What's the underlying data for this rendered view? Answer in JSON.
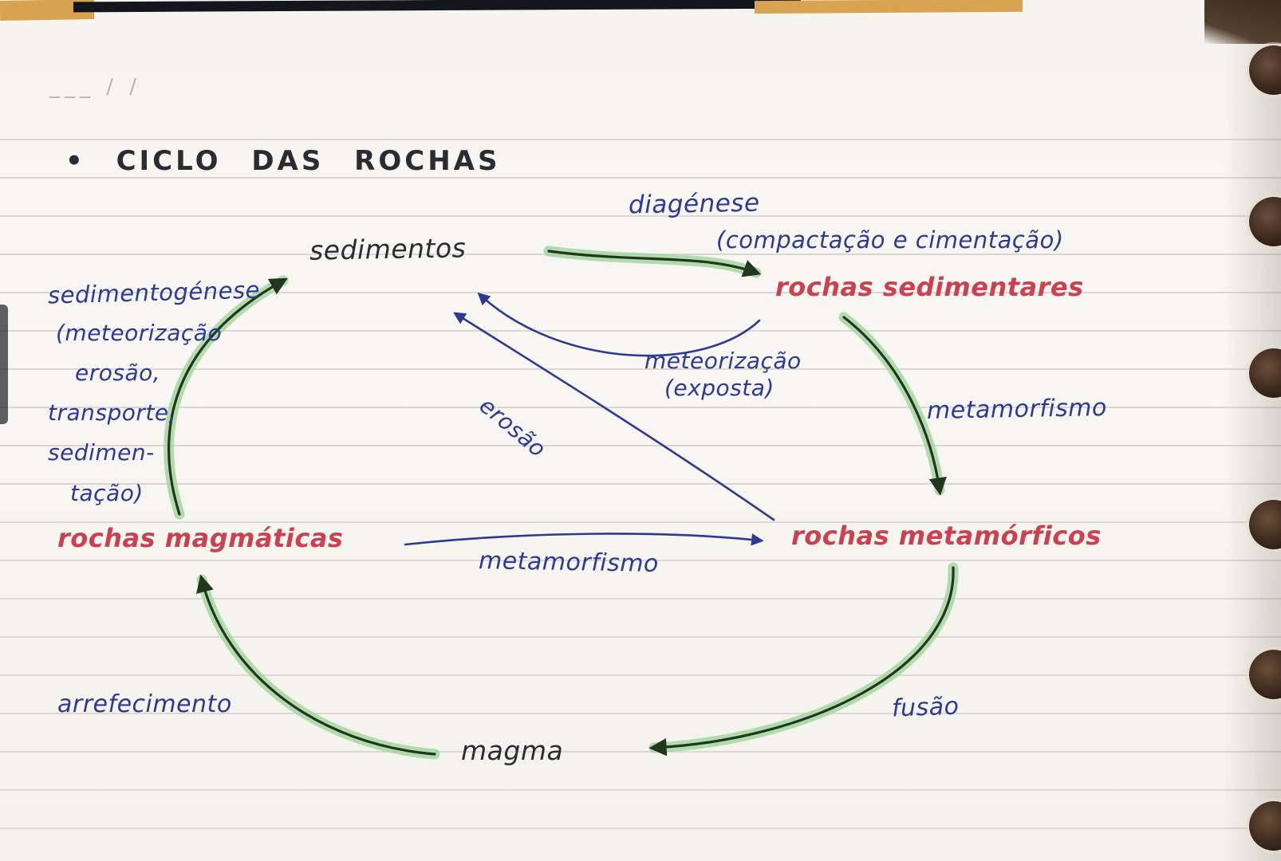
{
  "page": {
    "title": "• CICLO  DAS  ROCHAS",
    "date_line": "___ /  /"
  },
  "nodes": {
    "sedimentos": "sedimentos",
    "rochas_sedimentares": "rochas sedimentares",
    "rochas_magmaticas": "rochas magmáticas",
    "rochas_metamorficas": "rochas metamórficos",
    "magma": "magma"
  },
  "processes": {
    "diagenese": "diagénese",
    "diagenese_detail": "(compactação e cimentação)",
    "sedimentogenese": "sedimentogénese",
    "sedimentogenese_detail_1": "(meteorização",
    "sedimentogenese_detail_2": "erosão,",
    "sedimentogenese_detail_3": "transporte,",
    "sedimentogenese_detail_4": "sedimen-",
    "sedimentogenese_detail_5": "tação)",
    "meteorizacao": "meteorização",
    "meteorizacao_detail": "(exposta)",
    "erosao": "erosão",
    "metamorfismo_right": "metamorfismo",
    "metamorfismo_bottom": "metamorfismo",
    "arrefecimento": "arrefecimento",
    "fusao": "fusão"
  },
  "colors": {
    "blue_ink": "#2c3a96",
    "red_ink": "#cc4150",
    "dark_ink": "#2b2b33",
    "green_highlight": "#9fd49a",
    "arrow_dark": "#22351f"
  }
}
